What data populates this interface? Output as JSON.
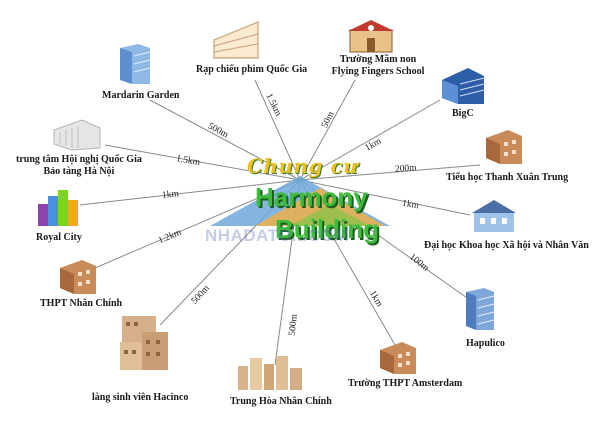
{
  "center": {
    "cursive": "Chung cư",
    "line1": "Harmony",
    "line2": "Building",
    "watermark": "NHADATO...COM"
  },
  "places": [
    {
      "id": "cinema",
      "name": "Rạp chiếu phim Quốc Gia",
      "distance": "1.5km",
      "icon": "cinema-building-icon"
    },
    {
      "id": "school",
      "name": "Trường Mầm non\nFlying Fingers School",
      "distance": "50m",
      "icon": "school-icon"
    },
    {
      "id": "bigc",
      "name": "BigC",
      "distance": "1km",
      "icon": "bigc-building-icon"
    },
    {
      "id": "txt",
      "name": "Tiểu học Thanh Xuân Trung",
      "distance": "200m",
      "icon": "school-building-icon"
    },
    {
      "id": "dh",
      "name": "Đại học Khoa học Xã hội và Nhân Văn",
      "distance": "1km",
      "icon": "university-icon"
    },
    {
      "id": "hapulico",
      "name": "Hapulico",
      "distance": "100m",
      "icon": "hapulico-tower-icon"
    },
    {
      "id": "amsterdam",
      "name": "Trường THPT Amsterdam",
      "distance": "1km",
      "icon": "high-school-icon"
    },
    {
      "id": "trunghoa",
      "name": "Trung Hòa Nhân Chính",
      "distance": "500m",
      "icon": "city-blocks-icon"
    },
    {
      "id": "hacinco",
      "name": "làng sinh viên Hacinco",
      "distance": "500m",
      "icon": "student-village-icon"
    },
    {
      "id": "nhanchinh",
      "name": "THPT Nhân Chính",
      "distance": "1.2km",
      "icon": "high-school-building-icon"
    },
    {
      "id": "royal",
      "name": "Royal City",
      "distance": "1km",
      "icon": "royal-city-icon"
    },
    {
      "id": "hoinghi",
      "name": "trung tâm Hội nghị Quốc Gia\nBảo tàng Hà Nội",
      "distance": "1.5km",
      "icon": "convention-center-icon"
    },
    {
      "id": "mandarin",
      "name": "Mardarin Garden",
      "distance": "500m",
      "icon": "mandarin-garden-icon"
    }
  ]
}
